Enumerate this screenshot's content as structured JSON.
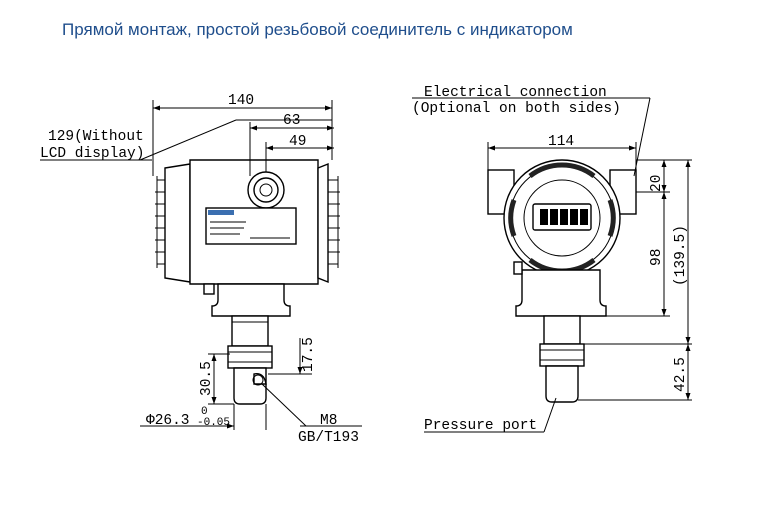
{
  "title": "Прямой монтаж, простой резьбовой соединитель с индикатором",
  "left_view": {
    "dim_overall": "140",
    "dim_no_lcd_line1": "129(Without",
    "dim_no_lcd_line2": "LCD display)",
    "dim_63": "63",
    "dim_49": "49",
    "dim_17_5": "17.5",
    "dim_30_5": "30.5",
    "dim_diameter": "Φ26.3",
    "tol_upper": "0",
    "tol_lower": "-0.05",
    "thread_m8": "M8",
    "thread_std": "GB/T193"
  },
  "right_view": {
    "electrical_line1": "Electrical connection",
    "electrical_line2": "(Optional on both sides)",
    "dim_114": "114",
    "dim_20": "20",
    "dim_98": "98",
    "dim_139_5": "(139.5)",
    "dim_42_5": "42.5",
    "pressure_port": "Pressure port"
  }
}
